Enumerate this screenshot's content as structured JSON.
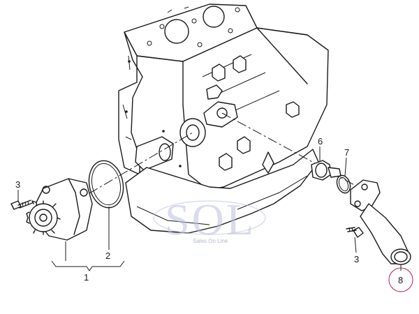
{
  "callouts": {
    "part_1": "1",
    "part_2": "2",
    "part_3_left": "3",
    "part_3_right": "3",
    "part_6": "6",
    "part_7": "7",
    "part_8": "8"
  },
  "watermark": {
    "logo": "SOL",
    "tagline": "Sales On Line"
  },
  "colors": {
    "line": "#1a1a1a",
    "highlight_circle": "#c2185b",
    "watermark": "#b9c0dd"
  }
}
